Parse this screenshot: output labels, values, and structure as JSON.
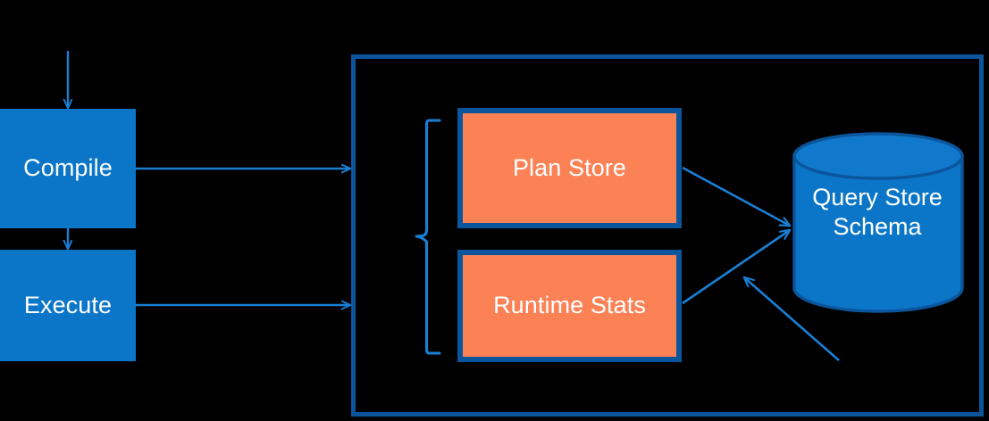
{
  "diagram": {
    "title": "Query Store architecture flow",
    "background_color": "#000000",
    "palette": {
      "process_blue": "#0B76C8",
      "store_orange": "#FC8155",
      "outline_blue": "#0A559C",
      "connector_blue": "#1A7FD4",
      "text_white": "#FFFFFF"
    }
  },
  "nodes": {
    "compile": {
      "label": "Compile",
      "shape": "rectangle",
      "fill": "#0B76C8"
    },
    "execute": {
      "label": "Execute",
      "shape": "rectangle",
      "fill": "#0B76C8"
    },
    "plan_store": {
      "label": "Plan Store",
      "shape": "rectangle",
      "fill": "#FC8155"
    },
    "runtime_stats": {
      "label": "Runtime Stats",
      "shape": "rectangle",
      "fill": "#FC8155"
    },
    "query_store_schema": {
      "label": "Query Store\nSchema",
      "shape": "cylinder",
      "fill": "#0B76C8"
    }
  },
  "container": {
    "name": "query-store-boundary",
    "shape": "rectangle-outline",
    "stroke": "#0A559C"
  },
  "grouping_brace": {
    "name": "store-group-brace",
    "stroke": "#1A7FD4"
  },
  "connectors": [
    {
      "name": "input-to-compile",
      "from": "input",
      "to": "compile",
      "direction": "down",
      "arrowhead": true
    },
    {
      "name": "compile-to-execute",
      "from": "compile",
      "to": "execute",
      "direction": "down",
      "arrowhead": true
    },
    {
      "name": "compile-to-boundary",
      "from": "compile",
      "to": "query-store-boundary",
      "direction": "right",
      "arrowhead": true
    },
    {
      "name": "execute-to-boundary",
      "from": "execute",
      "to": "query-store-boundary",
      "direction": "right",
      "arrowhead": true
    },
    {
      "name": "plan-store-to-schema",
      "from": "plan_store",
      "to": "query_store_schema",
      "direction": "right-down",
      "arrowhead": true
    },
    {
      "name": "runtime-stats-to-schema",
      "from": "runtime_stats",
      "to": "query_store_schema",
      "direction": "right-up",
      "arrowhead": true
    },
    {
      "name": "external-to-schema",
      "from": "external",
      "to": "query_store_schema",
      "direction": "up-left",
      "arrowhead": true
    }
  ]
}
